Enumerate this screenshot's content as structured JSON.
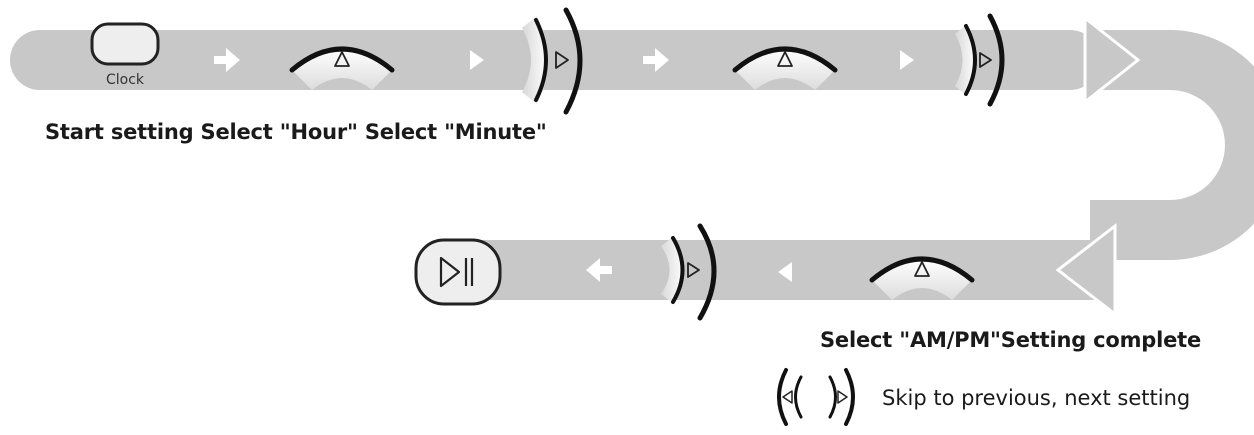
{
  "buttons": {
    "clock_label": "Clock"
  },
  "captions": {
    "top": "Start setting Select \"Hour\" Select \"Minute\"",
    "bottom": "Select \"AM/PM\"Setting complete"
  },
  "legend": {
    "text": "Skip to previous, next setting"
  },
  "colors": {
    "flow_band": "#c8c8c8",
    "arrow_white": "#ffffff",
    "outline": "#222222",
    "button_fill": "#eeeeee"
  },
  "icons": [
    "clock-button-icon",
    "up-arc-button-icon",
    "right-arc-button-icon",
    "left-arc-button-icon",
    "play-pause-button-icon",
    "white-arrow-icon",
    "white-triangle-icon"
  ]
}
